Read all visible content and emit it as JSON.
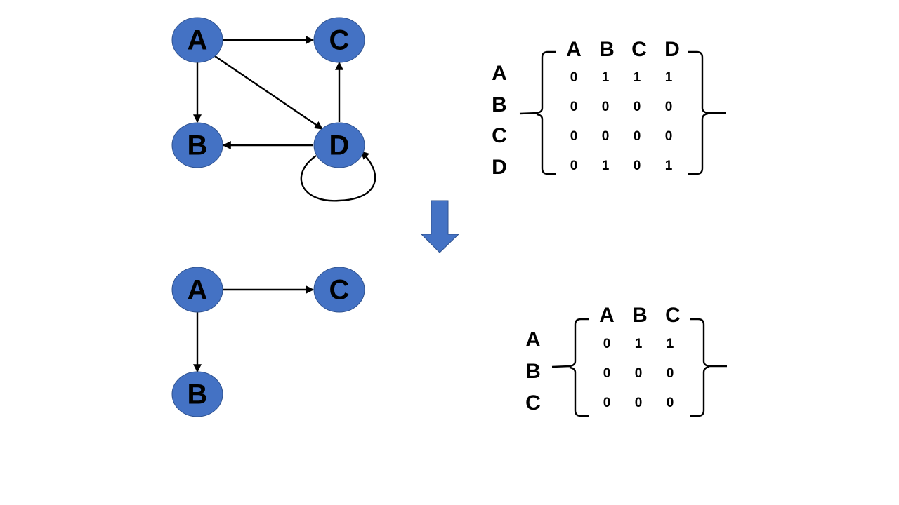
{
  "colors": {
    "node_fill": "#4472C4",
    "node_stroke": "#2F528F",
    "arrow": "#000000",
    "down_arrow": "#4472C4"
  },
  "graph1": {
    "nodes": [
      {
        "id": "A",
        "label": "A"
      },
      {
        "id": "B",
        "label": "B"
      },
      {
        "id": "C",
        "label": "C"
      },
      {
        "id": "D",
        "label": "D"
      }
    ],
    "edges": [
      {
        "from": "A",
        "to": "C"
      },
      {
        "from": "A",
        "to": "B"
      },
      {
        "from": "A",
        "to": "D"
      },
      {
        "from": "D",
        "to": "C"
      },
      {
        "from": "D",
        "to": "B"
      },
      {
        "from": "D",
        "to": "D"
      }
    ]
  },
  "matrix1": {
    "col_headers": [
      "A",
      "B",
      "C",
      "D"
    ],
    "row_headers": [
      "A",
      "B",
      "C",
      "D"
    ],
    "rows": [
      [
        "0",
        "1",
        "1",
        "1"
      ],
      [
        "0",
        "0",
        "0",
        "0"
      ],
      [
        "0",
        "0",
        "0",
        "0"
      ],
      [
        "0",
        "1",
        "0",
        "1"
      ]
    ]
  },
  "graph2": {
    "nodes": [
      {
        "id": "A",
        "label": "A"
      },
      {
        "id": "C",
        "label": "C"
      },
      {
        "id": "B",
        "label": "B"
      }
    ],
    "edges": [
      {
        "from": "A",
        "to": "C"
      },
      {
        "from": "A",
        "to": "B"
      }
    ]
  },
  "matrix2": {
    "col_headers": [
      "A",
      "B",
      "C"
    ],
    "row_headers": [
      "A",
      "B",
      "C"
    ],
    "rows": [
      [
        "0",
        "1",
        "1"
      ],
      [
        "0",
        "0",
        "0"
      ],
      [
        "0",
        "0",
        "0"
      ]
    ]
  }
}
